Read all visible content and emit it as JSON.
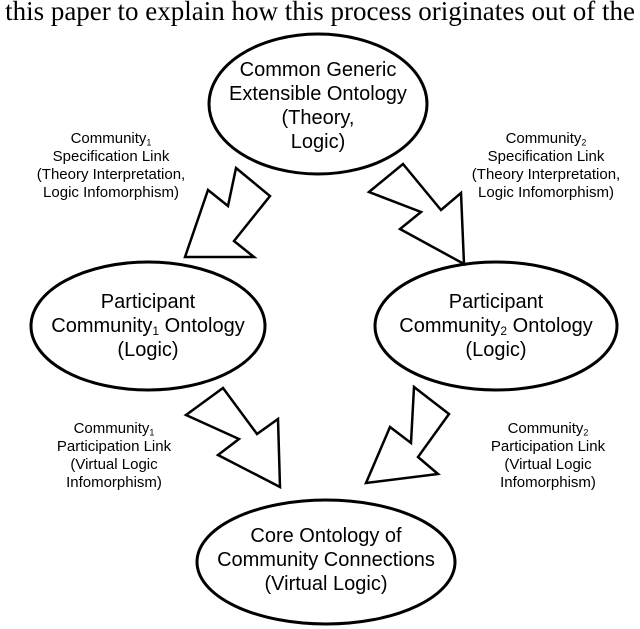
{
  "header": {
    "text": "this paper to explain how this process originates out of the"
  },
  "nodes": {
    "generic": {
      "line1": "Common Generic",
      "line2": "Extensible Ontology",
      "line3": "(Theory,",
      "line4": "Logic)"
    },
    "community1": {
      "line1": "Participant",
      "line2_pre": "Community",
      "line2_sub": "1",
      "line2_post": " Ontology",
      "line3": "(Logic)"
    },
    "community2": {
      "line1": "Participant",
      "line2_pre": "Community",
      "line2_sub": "2",
      "line2_post": " Ontology",
      "line3": "(Logic)"
    },
    "core": {
      "line1": "Core Ontology of",
      "line2": "Community Connections",
      "line3": "(Virtual Logic)"
    }
  },
  "links": {
    "spec1": {
      "line1_pre": "Community",
      "line1_sub": "1",
      "line2": "Specification Link",
      "line3": "(Theory Interpretation,",
      "line4": "Logic Infomorphism)"
    },
    "spec2": {
      "line1_pre": "Community",
      "line1_sub": "2",
      "line2": "Specification Link",
      "line3": "(Theory Interpretation,",
      "line4": "Logic Infomorphism)"
    },
    "part1": {
      "line1_pre": "Community",
      "line1_sub": "1",
      "line2": "Participation Link",
      "line3": "(Virtual Logic",
      "line4": "Infomorphism)"
    },
    "part2": {
      "line1_pre": "Community",
      "line1_sub": "2",
      "line2": "Participation Link",
      "line3": "(Virtual Logic",
      "line4": "Infomorphism)"
    }
  }
}
